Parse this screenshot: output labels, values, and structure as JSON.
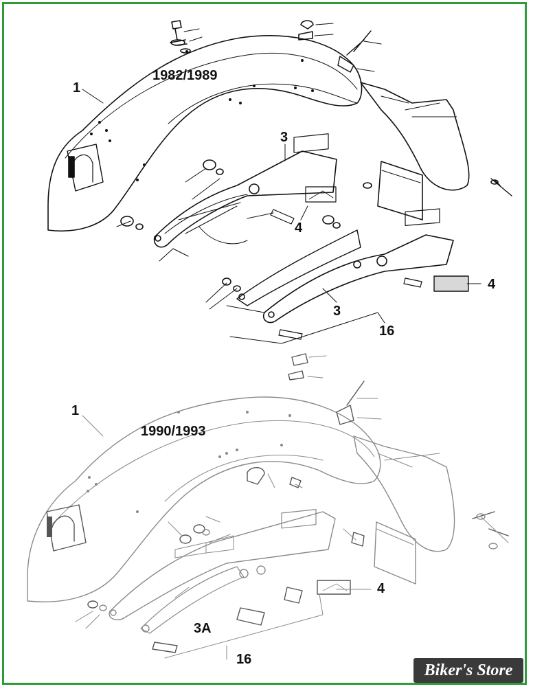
{
  "diagram": {
    "upper": {
      "years": "1982/1989",
      "callouts": {
        "fender": "1",
        "strut_top": "3",
        "strut_bottom": "3",
        "reflector_a": "4",
        "reflector_b": "4",
        "kit": "16"
      }
    },
    "lower": {
      "years": "1990/1993",
      "callouts": {
        "fender": "1",
        "strut": "3A",
        "reflector": "4",
        "kit": "16"
      }
    }
  },
  "watermark": "Biker's Store",
  "colors": {
    "frame": "#2e9b3a",
    "ink": "#111111",
    "ghost": "#8a8a8a",
    "badge": "#3a3a3a"
  }
}
